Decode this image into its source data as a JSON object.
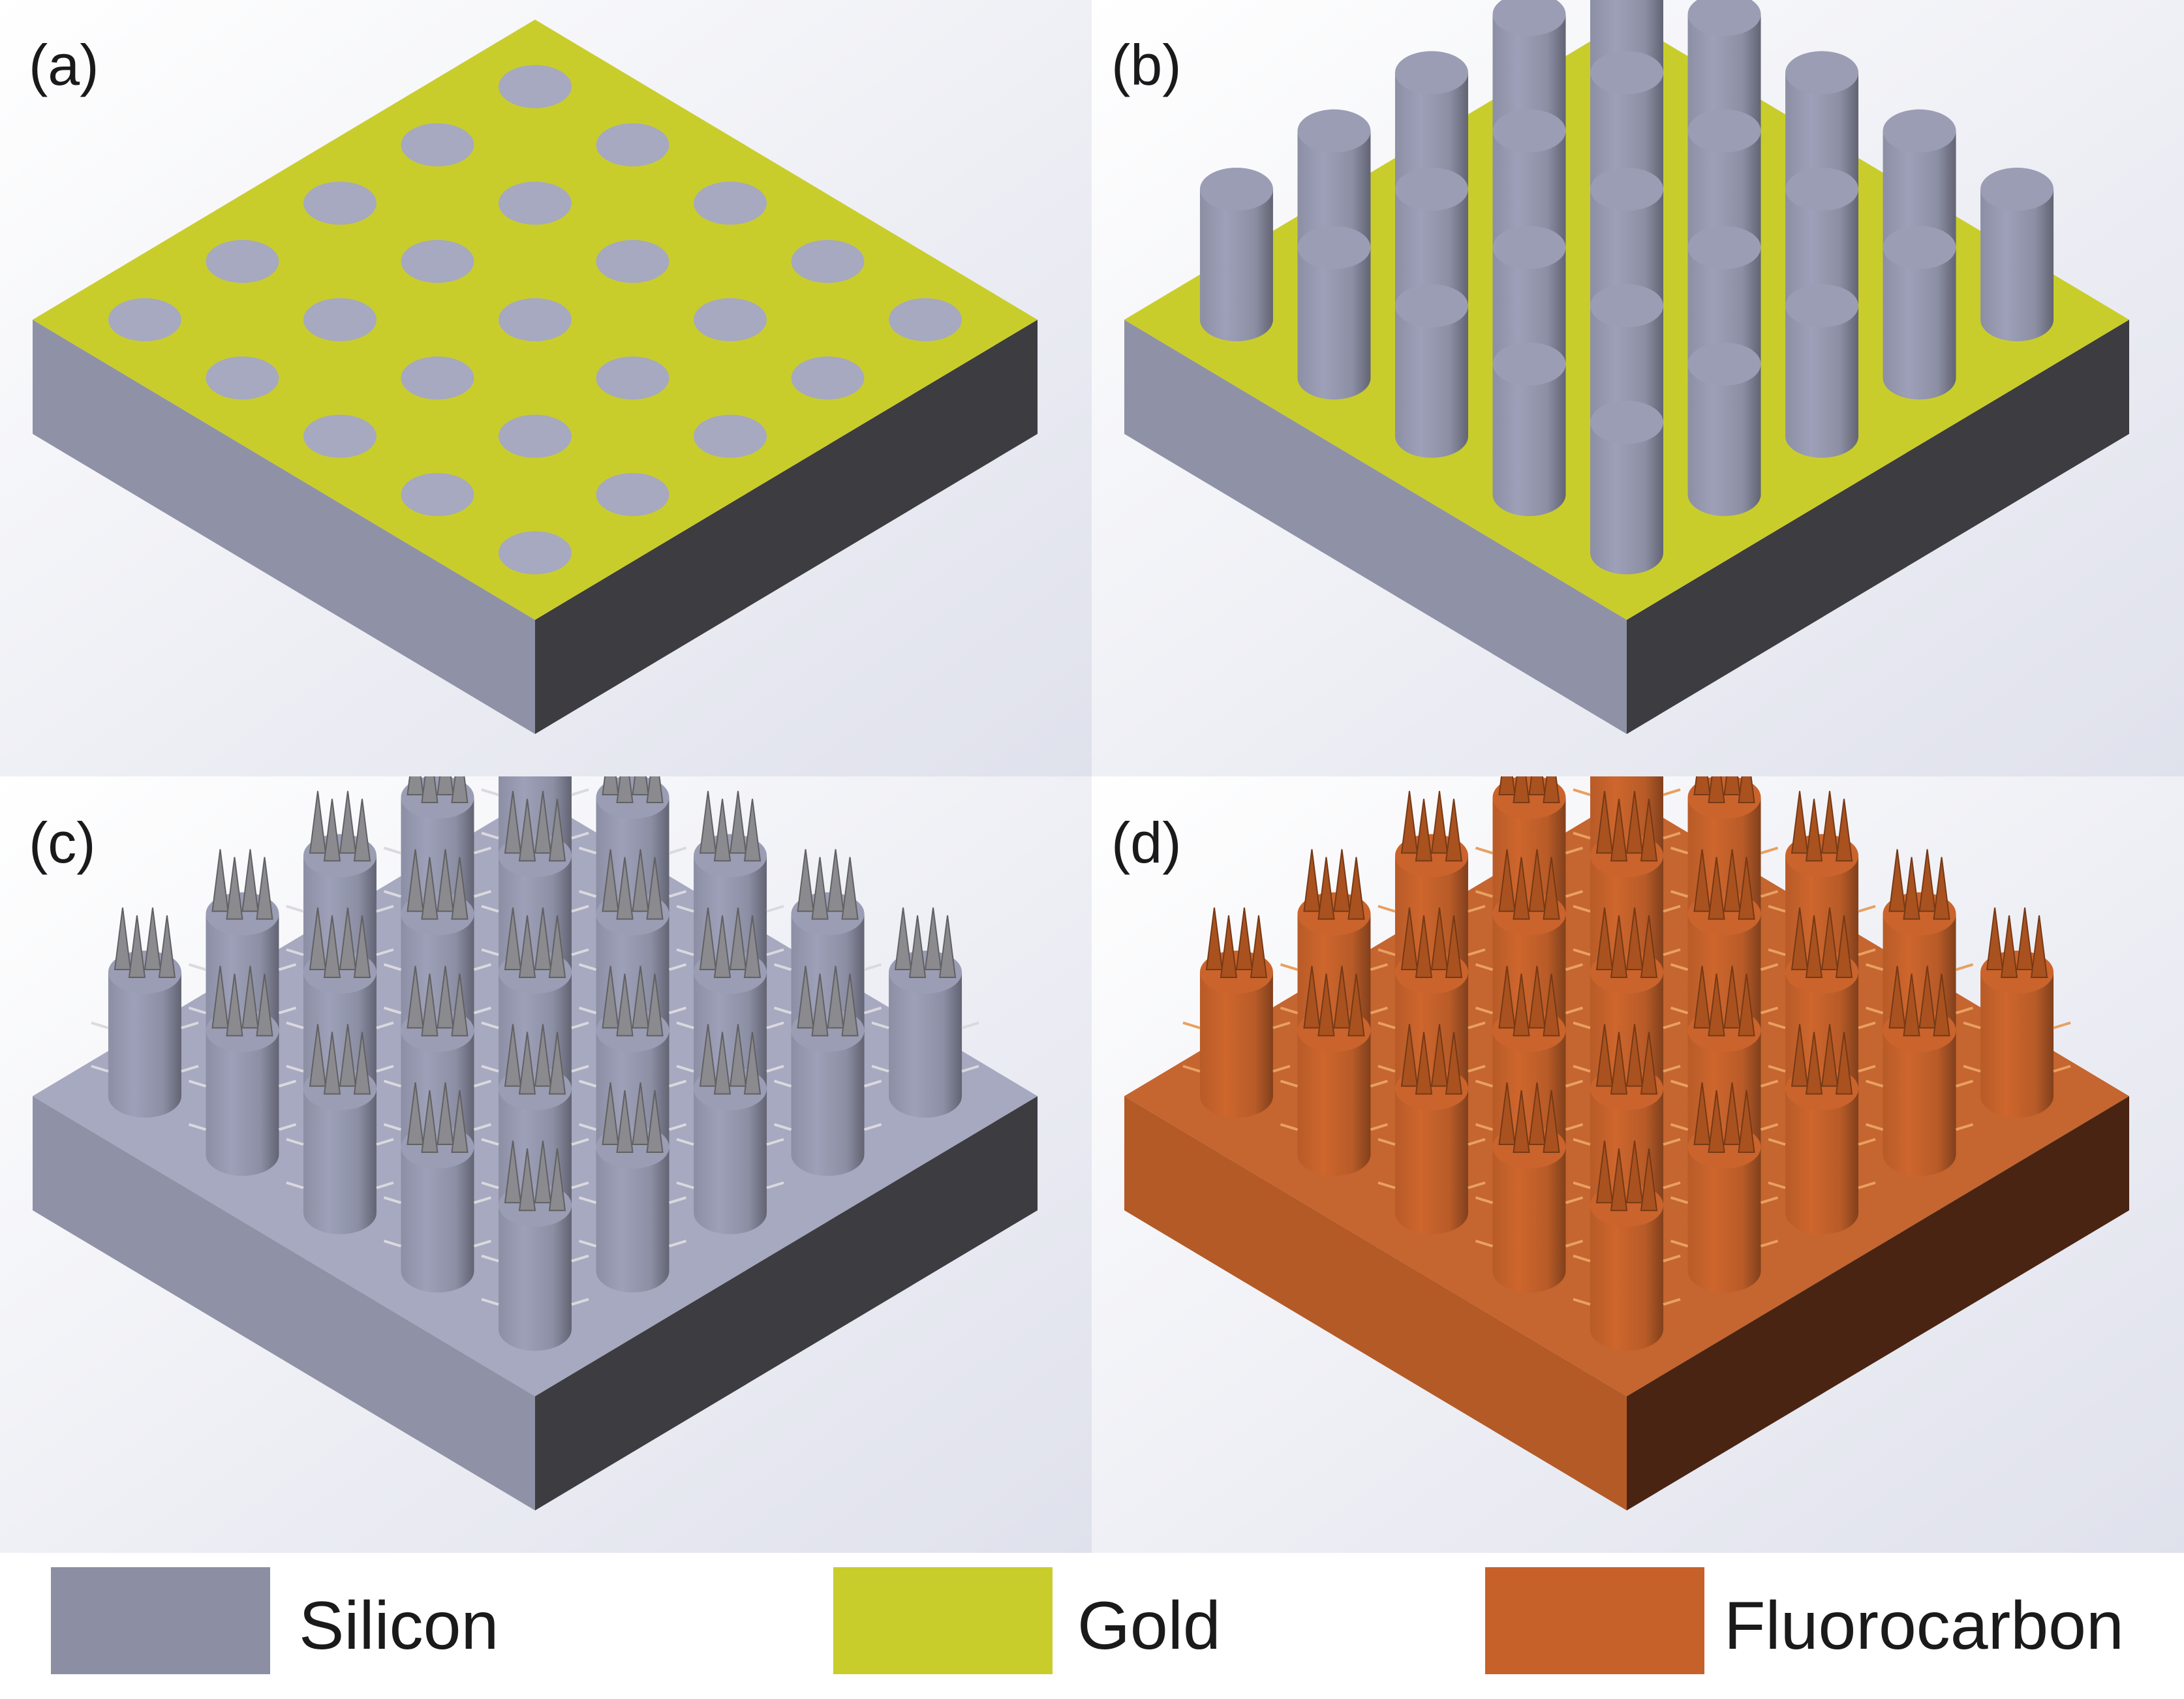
{
  "panels": [
    {
      "label": "(a)",
      "variant": "holes"
    },
    {
      "label": "(b)",
      "variant": "pillars"
    },
    {
      "label": "(c)",
      "variant": "spiked"
    },
    {
      "label": "(d)",
      "variant": "coated"
    }
  ],
  "legend": [
    {
      "label": "Silicon",
      "color": "#8c8fa4"
    },
    {
      "label": "Gold",
      "color": "#c9cd2b"
    },
    {
      "label": "Fluorocarbon",
      "color": "#c7612a"
    }
  ],
  "colors": {
    "silicon_top": "#a6a9bf",
    "silicon_side_left": "#8f92a6",
    "silicon_side_right": "#3d3c40",
    "gold_top": "#c9cd2b",
    "fluoro_top": "#c5652f",
    "fluoro_side_left": "#b45a27",
    "fluoro_side_right": "#4a2412",
    "pillar_silicon": "#8c8fa4",
    "pillar_fluoro": "#b85b28",
    "spike_silicon": "#8a8a8f",
    "spike_fluoro": "#a9521f"
  }
}
